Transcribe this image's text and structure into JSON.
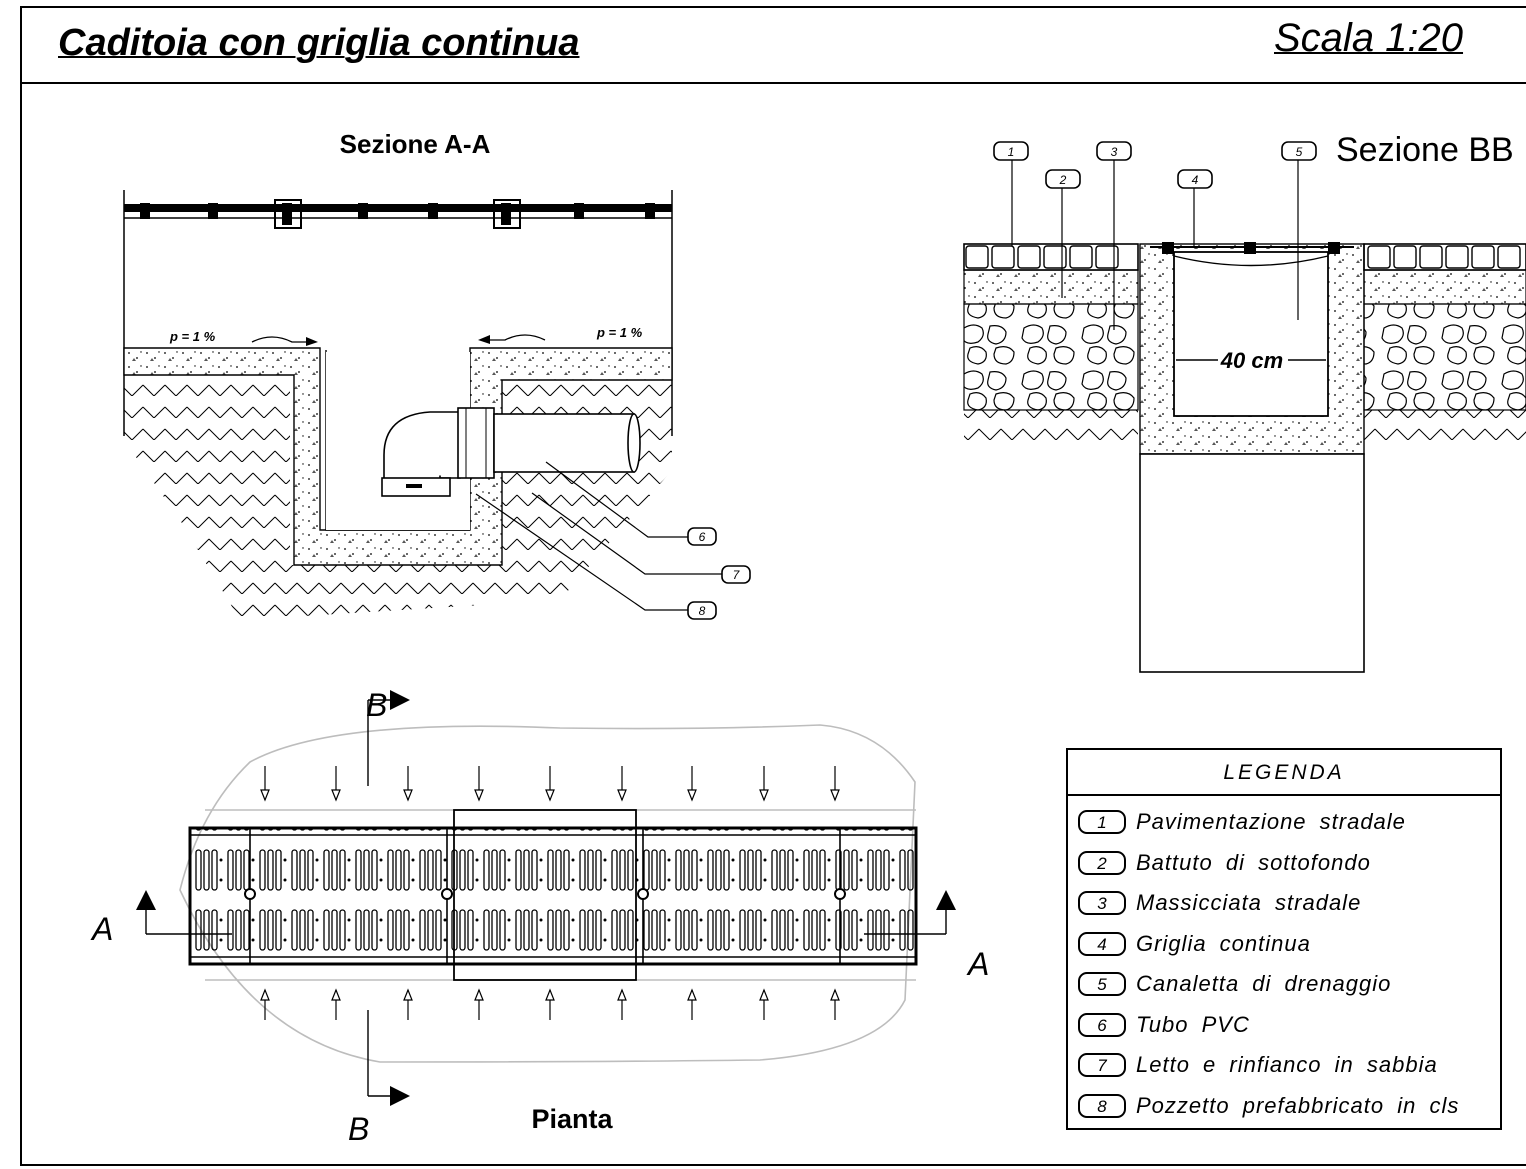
{
  "header": {
    "title": "Caditoia con griglia continua",
    "scale": "Scala 1:20"
  },
  "section_aa": {
    "title": "Sezione A-A",
    "slope_left": "p = 1 %",
    "slope_right": "p = 1 %",
    "callouts": [
      "6",
      "7",
      "8"
    ]
  },
  "section_bb": {
    "title": "Sezione BB",
    "width_label": "40 cm",
    "callouts": [
      "1",
      "2",
      "3",
      "4",
      "5"
    ]
  },
  "plan": {
    "title": "Pianta",
    "section_a_left": "A",
    "section_a_right": "A",
    "section_b_top": "B",
    "section_b_bottom": "B"
  },
  "legend": {
    "title": "LEGENDA",
    "items": [
      {
        "num": "1",
        "text": "Pavimentazione stradale"
      },
      {
        "num": "2",
        "text": "Battuto di sottofondo"
      },
      {
        "num": "3",
        "text": "Massicciata stradale"
      },
      {
        "num": "4",
        "text": "Griglia continua"
      },
      {
        "num": "5",
        "text": "Canaletta di drenaggio"
      },
      {
        "num": "6",
        "text": "Tubo PVC"
      },
      {
        "num": "7",
        "text": "Letto e rinfianco in sabbia"
      },
      {
        "num": "8",
        "text": "Pozzetto prefabbricato in cls"
      }
    ]
  }
}
